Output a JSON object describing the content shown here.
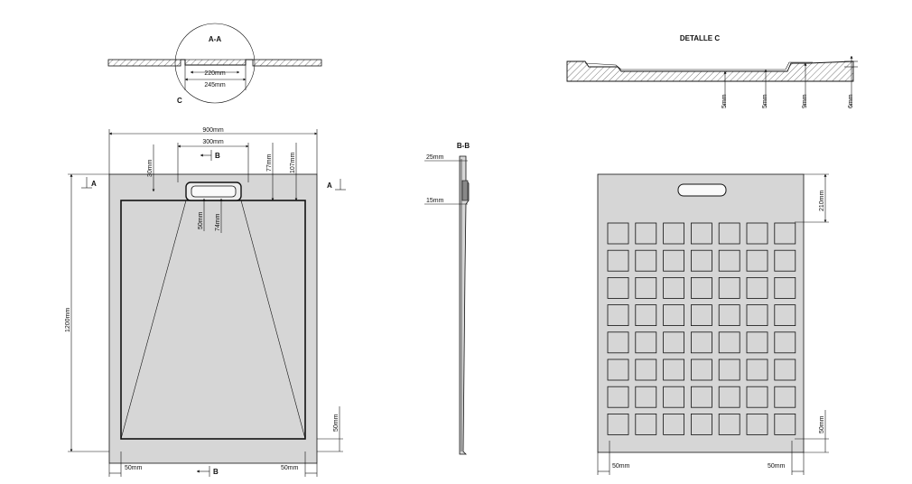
{
  "section_aa": {
    "title": "A-A",
    "dim_inner": "220mm",
    "dim_outer": "245mm",
    "callout": "C"
  },
  "detail_c": {
    "title": "DETALLE   C",
    "dims": [
      "5mm",
      "5mm",
      "9mm",
      "6mm"
    ]
  },
  "plan": {
    "width": "900mm",
    "drain_width": "300mm",
    "dim_30": "30mm",
    "dim_77": "77mm",
    "dim_107": "107mm",
    "dim_50_vert": "50mm",
    "dim_74": "74mm",
    "height": "1200mm",
    "bottom_margin": "50mm",
    "left_margin": "50mm",
    "right_margin": "50mm",
    "section_a": "A",
    "section_b": "B"
  },
  "section_bb": {
    "title": "B-B",
    "dim_25": "25mm",
    "dim_15": "15mm"
  },
  "underside": {
    "dim_210": "210mm",
    "dim_50_vert": "50mm",
    "left_margin": "50mm",
    "right_margin": "50mm"
  },
  "colors": {
    "fill": "#d6d6d6",
    "line": "#111111",
    "hatch": "#555555",
    "background": "#ffffff"
  }
}
